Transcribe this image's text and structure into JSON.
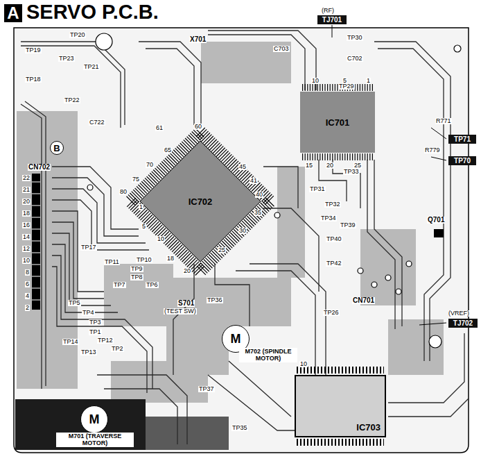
{
  "diagram": {
    "title": "SERVO P.C.B.",
    "nodes": [
      {
        "text": [
          "A"
        ]
      },
      {
        "text": [
          "(RF)",
          "TJ701"
        ]
      },
      {
        "text": [
          "IC701"
        ]
      },
      {
        "text": [
          "IC702"
        ]
      },
      {
        "text": [
          "TP71"
        ]
      },
      {
        "text": [
          "TP70"
        ]
      },
      {
        "text": [
          "(VREF)",
          "TJ702"
        ]
      },
      {
        "text": [
          "M",
          "M702 (SPINDLE MOTOR)"
        ]
      },
      {
        "text": [
          "IC703"
        ]
      },
      {
        "text": [
          "M",
          "M701 (TRAVERSE MOTOR)"
        ]
      },
      {
        "text": [
          "B"
        ]
      }
    ],
    "labels": [
      "TP20",
      "TP19",
      "TP23",
      "TP21",
      "TP18",
      "TP22",
      "X701",
      "TP30",
      "TP29",
      "CN702",
      "TP33",
      "TP31",
      "TP32",
      "TP34",
      "TP39",
      "TP40",
      "TP42",
      "Q701",
      "CN701",
      "TP17",
      "TP10",
      "TP11",
      "TP9",
      "TP8",
      "TP7",
      "TP6",
      "TP5",
      "TP4",
      "TP3",
      "TP1",
      "TP12",
      "TP2",
      "TP14",
      "TP13",
      "S701",
      "(TEST SW)",
      "TP36",
      "TP26",
      "TP37",
      "TP35",
      "61",
      "60",
      "65",
      "70",
      "75",
      "80",
      "1",
      "5",
      "10",
      "18",
      "20",
      "25",
      "30",
      "35",
      "40",
      "41",
      "45",
      "10",
      "5",
      "1",
      "15",
      "20",
      "25",
      "10",
      "22",
      "21",
      "20",
      "18",
      "16",
      "14",
      "12",
      "10",
      "8",
      "6",
      "4",
      "2",
      "R771",
      "R779",
      "C703",
      "C702",
      "C722"
    ]
  }
}
